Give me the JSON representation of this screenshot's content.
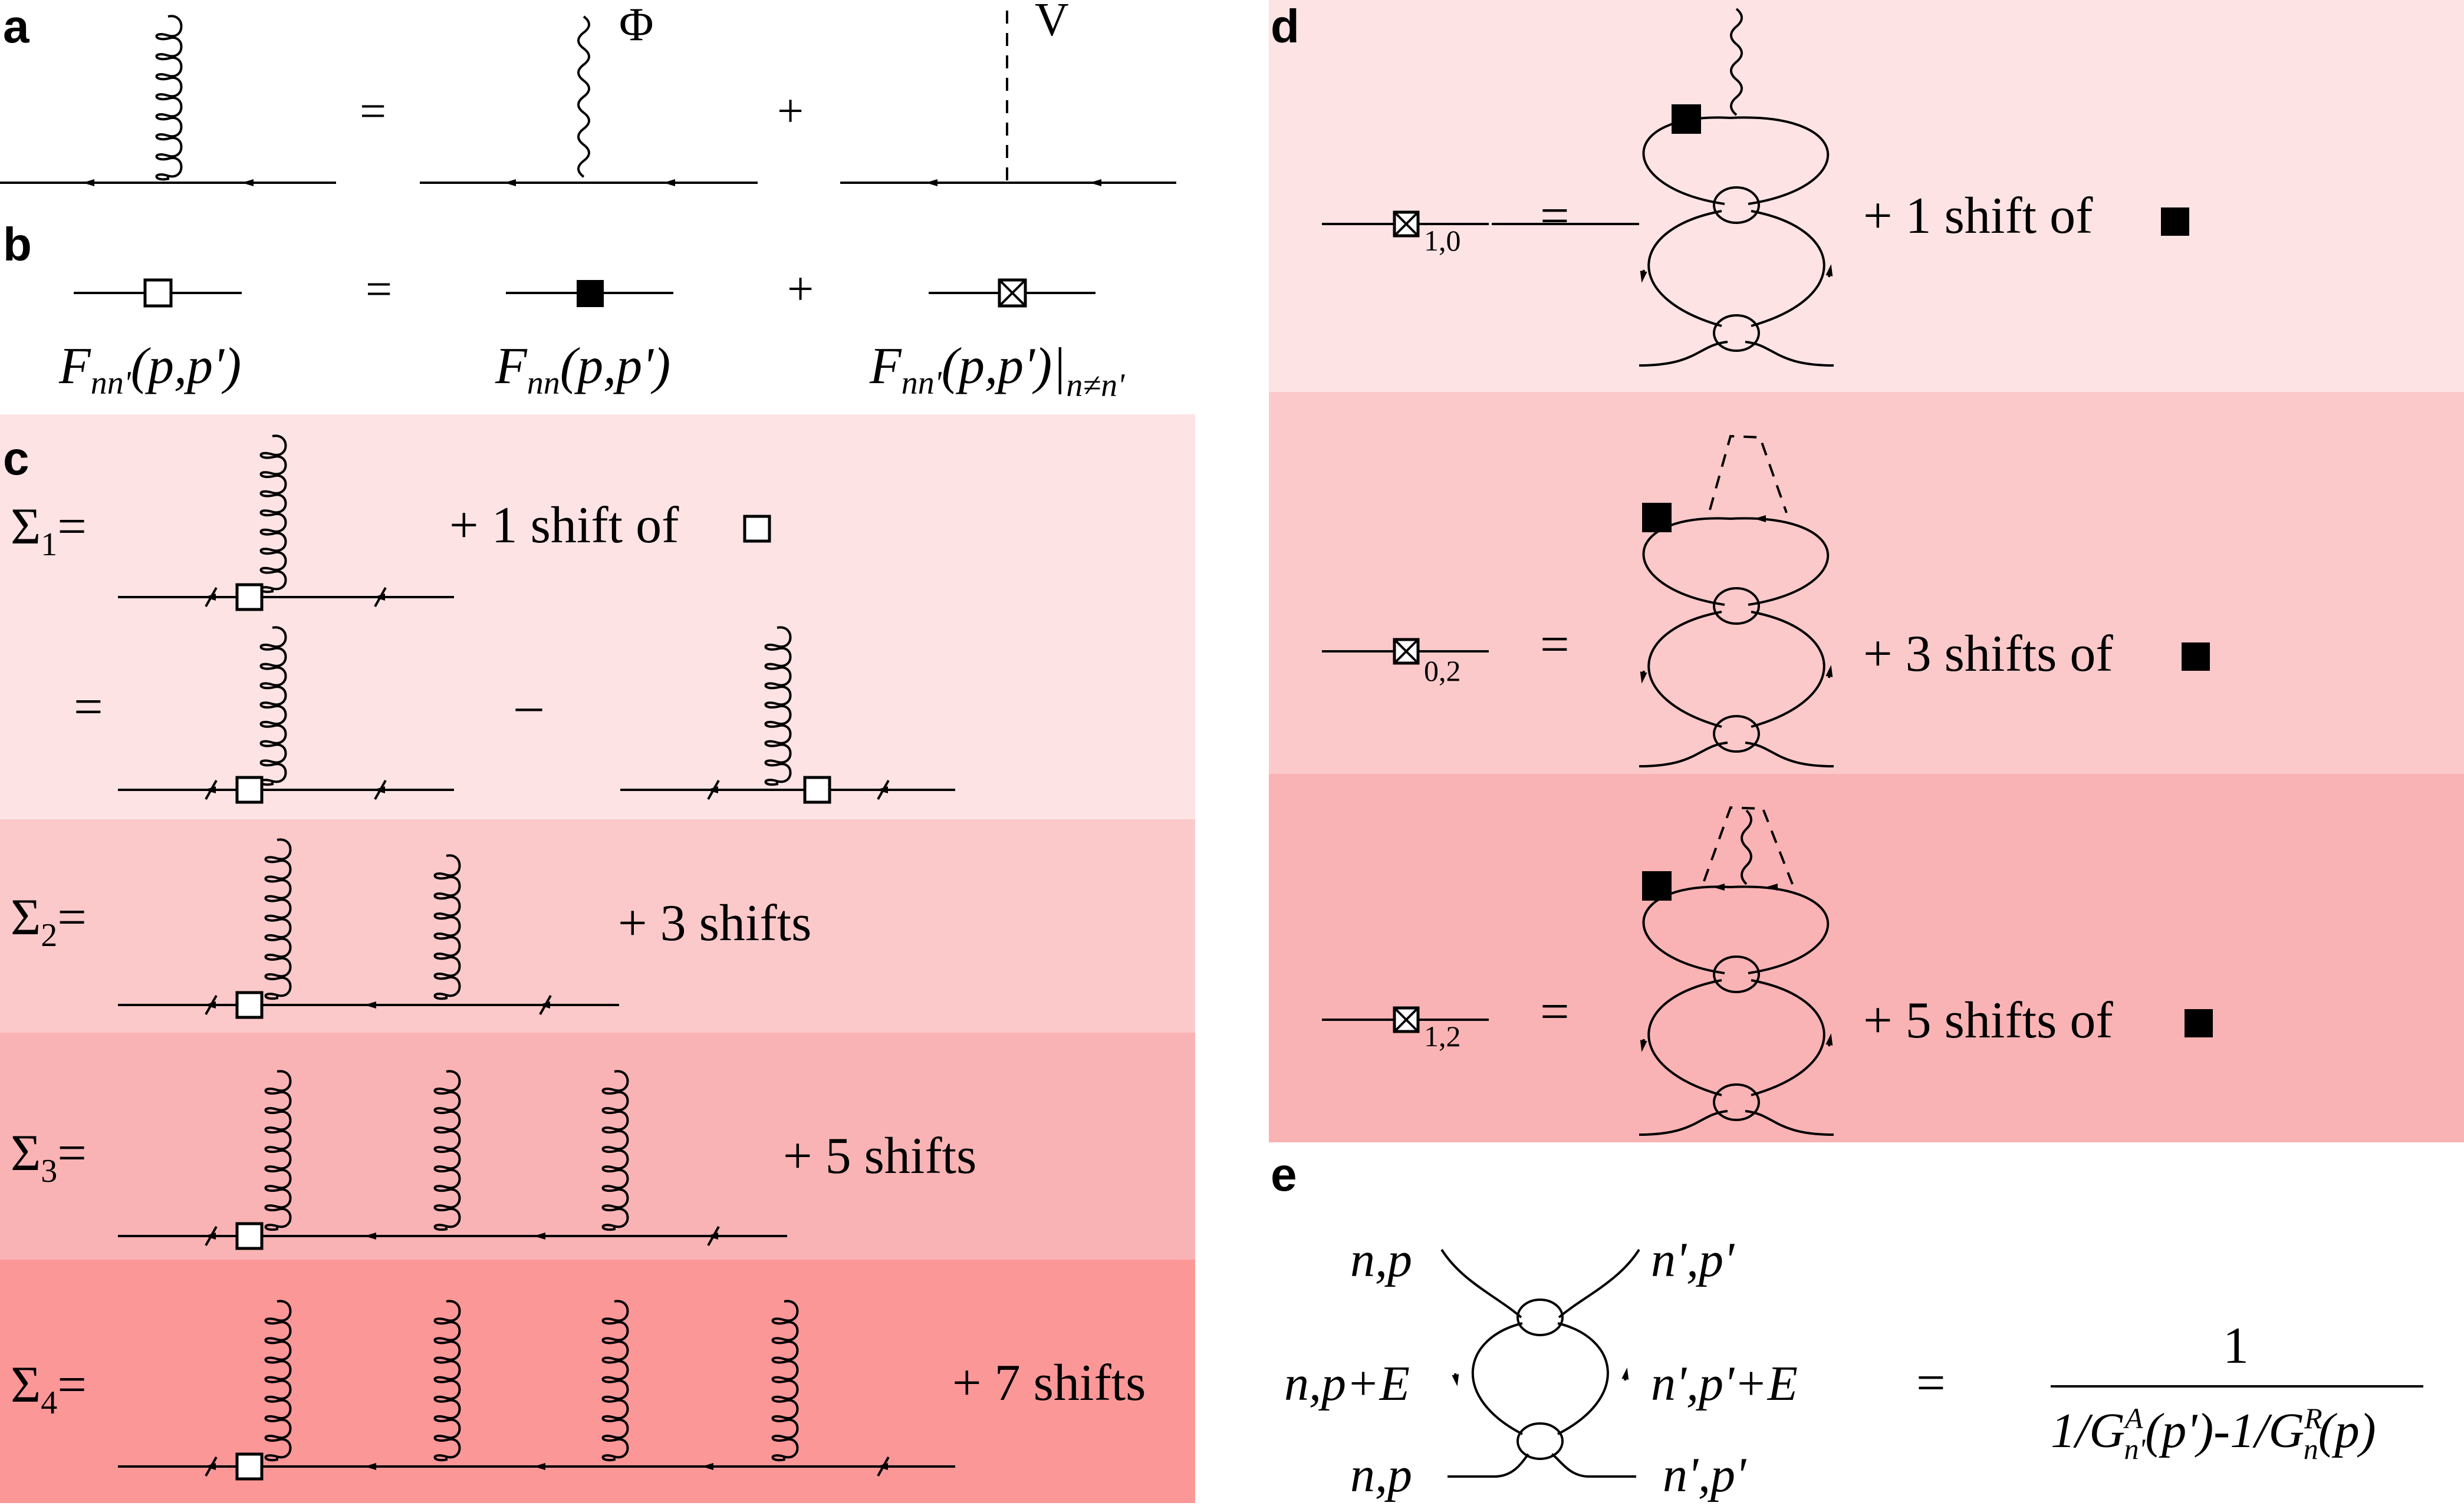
{
  "colors": {
    "band_light": "#fde3e4",
    "band_2": "#fcc9ca",
    "band_3": "#fab3b4",
    "band_4": "#fc9798",
    "line": "#000000"
  },
  "icons": [
    "gluon-loop-icon",
    "wavy-photon-icon",
    "dashed-line-icon",
    "open-square-icon",
    "filled-square-icon",
    "crossed-square-icon",
    "vertex-circle-icon"
  ],
  "panels": {
    "a": {
      "label": "a",
      "equals": "=",
      "plus": "+",
      "phi": "Φ",
      "v": "V"
    },
    "b": {
      "label": "b",
      "equals": "=",
      "plus": "+",
      "cap1_main": "F",
      "cap1_sub": "nn'",
      "cap1_args": "(p,p')",
      "cap2_main": "F",
      "cap2_sub": "nn",
      "cap2_args": "(p,p')",
      "cap3_main": "F",
      "cap3_sub": "nn'",
      "cap3_args": "(p,p')|",
      "cap3_cond": "n≠n'"
    },
    "c": {
      "label": "c",
      "rows": [
        {
          "sigma": "Σ",
          "index": "1",
          "eq": "=",
          "shift_text": "+ 1 shift of"
        },
        {
          "sigma": "Σ",
          "index": "2",
          "eq": "=",
          "shift_text": "+ 3 shifts"
        },
        {
          "sigma": "Σ",
          "index": "3",
          "eq": "=",
          "shift_text": "+ 5 shifts"
        },
        {
          "sigma": "Σ",
          "index": "4",
          "eq": "=",
          "shift_text": "+ 7 shifts"
        }
      ],
      "second_eq": "=",
      "minus": "–"
    },
    "d": {
      "label": "d",
      "rows": [
        {
          "sub": "1,0",
          "eq": "=",
          "shift_text": "+ 1 shift of"
        },
        {
          "sub": "0,2",
          "eq": "=",
          "shift_text": "+ 3 shifts of"
        },
        {
          "sub": "1,2",
          "eq": "=",
          "shift_text": "+ 5 shifts of"
        }
      ]
    },
    "e": {
      "label": "e",
      "tl": "n,p",
      "tr": "n',p'",
      "ml": "n,p+E",
      "mr": "n',p'+E",
      "bl": "n,p",
      "br": "n',p'",
      "eq": "=",
      "numerator": "1",
      "den_a": "1/G",
      "den_a_sup": "A",
      "den_a_sub": "n'",
      "den_a_arg": "(p')",
      "den_b": "-1/G",
      "den_b_sup": "R",
      "den_b_sub": "n",
      "den_b_arg": "(p)"
    }
  }
}
